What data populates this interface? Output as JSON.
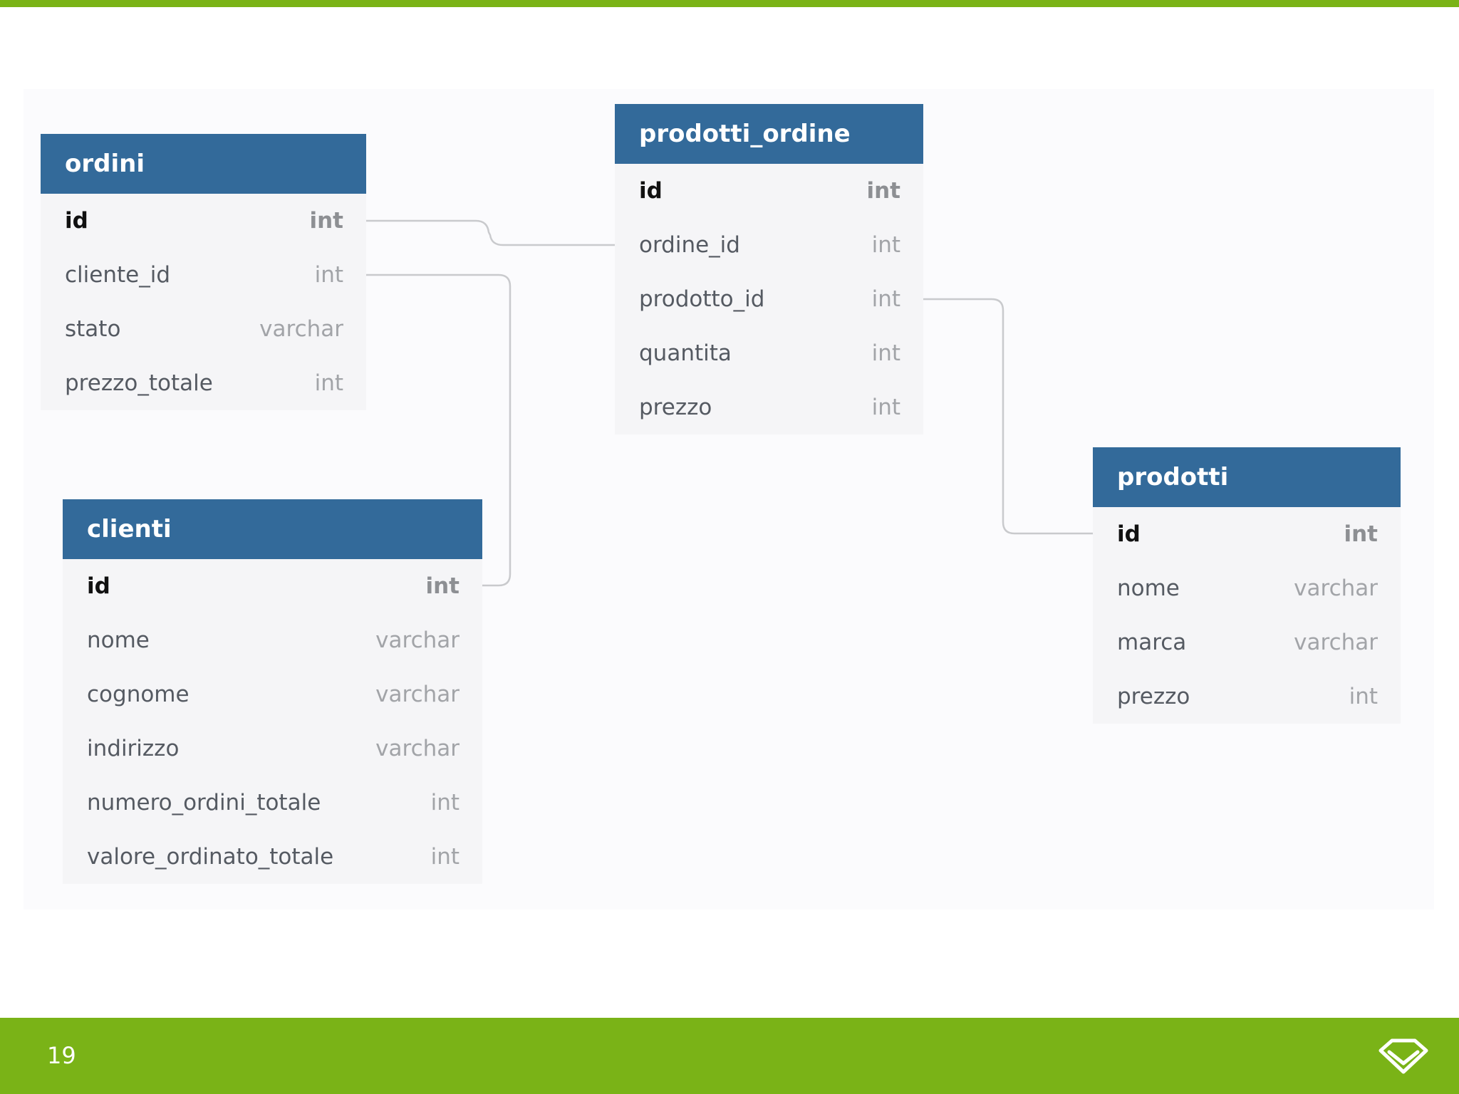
{
  "colors": {
    "accent_green": "#7ab317",
    "table_header": "#336a9a",
    "connector": "#c9cacd"
  },
  "tables": {
    "ordini": {
      "title": "ordini",
      "fields": [
        {
          "name": "id",
          "type": "int"
        },
        {
          "name": "cliente_id",
          "type": "int"
        },
        {
          "name": "stato",
          "type": "varchar"
        },
        {
          "name": "prezzo_totale",
          "type": "int"
        }
      ]
    },
    "prodotti_ordine": {
      "title": "prodotti_ordine",
      "fields": [
        {
          "name": "id",
          "type": "int"
        },
        {
          "name": "ordine_id",
          "type": "int"
        },
        {
          "name": "prodotto_id",
          "type": "int"
        },
        {
          "name": "quantita",
          "type": "int"
        },
        {
          "name": "prezzo",
          "type": "int"
        }
      ]
    },
    "clienti": {
      "title": "clienti",
      "fields": [
        {
          "name": "id",
          "type": "int"
        },
        {
          "name": "nome",
          "type": "varchar"
        },
        {
          "name": "cognome",
          "type": "varchar"
        },
        {
          "name": "indirizzo",
          "type": "varchar"
        },
        {
          "name": "numero_ordini_totale",
          "type": "int"
        },
        {
          "name": "valore_ordinato_totale",
          "type": "int"
        }
      ]
    },
    "prodotti": {
      "title": "prodotti",
      "fields": [
        {
          "name": "id",
          "type": "int"
        },
        {
          "name": "nome",
          "type": "varchar"
        },
        {
          "name": "marca",
          "type": "varchar"
        },
        {
          "name": "prezzo",
          "type": "int"
        }
      ]
    }
  },
  "relations": [
    {
      "from": "ordini.id",
      "to": "prodotti_ordine.ordine_id"
    },
    {
      "from": "ordini.cliente_id",
      "to": "clienti.id"
    },
    {
      "from": "prodotti_ordine.prodotto_id",
      "to": "prodotti.id"
    }
  ],
  "footer": {
    "page_number": "19",
    "logo_icon": "diamond-logo-icon"
  }
}
